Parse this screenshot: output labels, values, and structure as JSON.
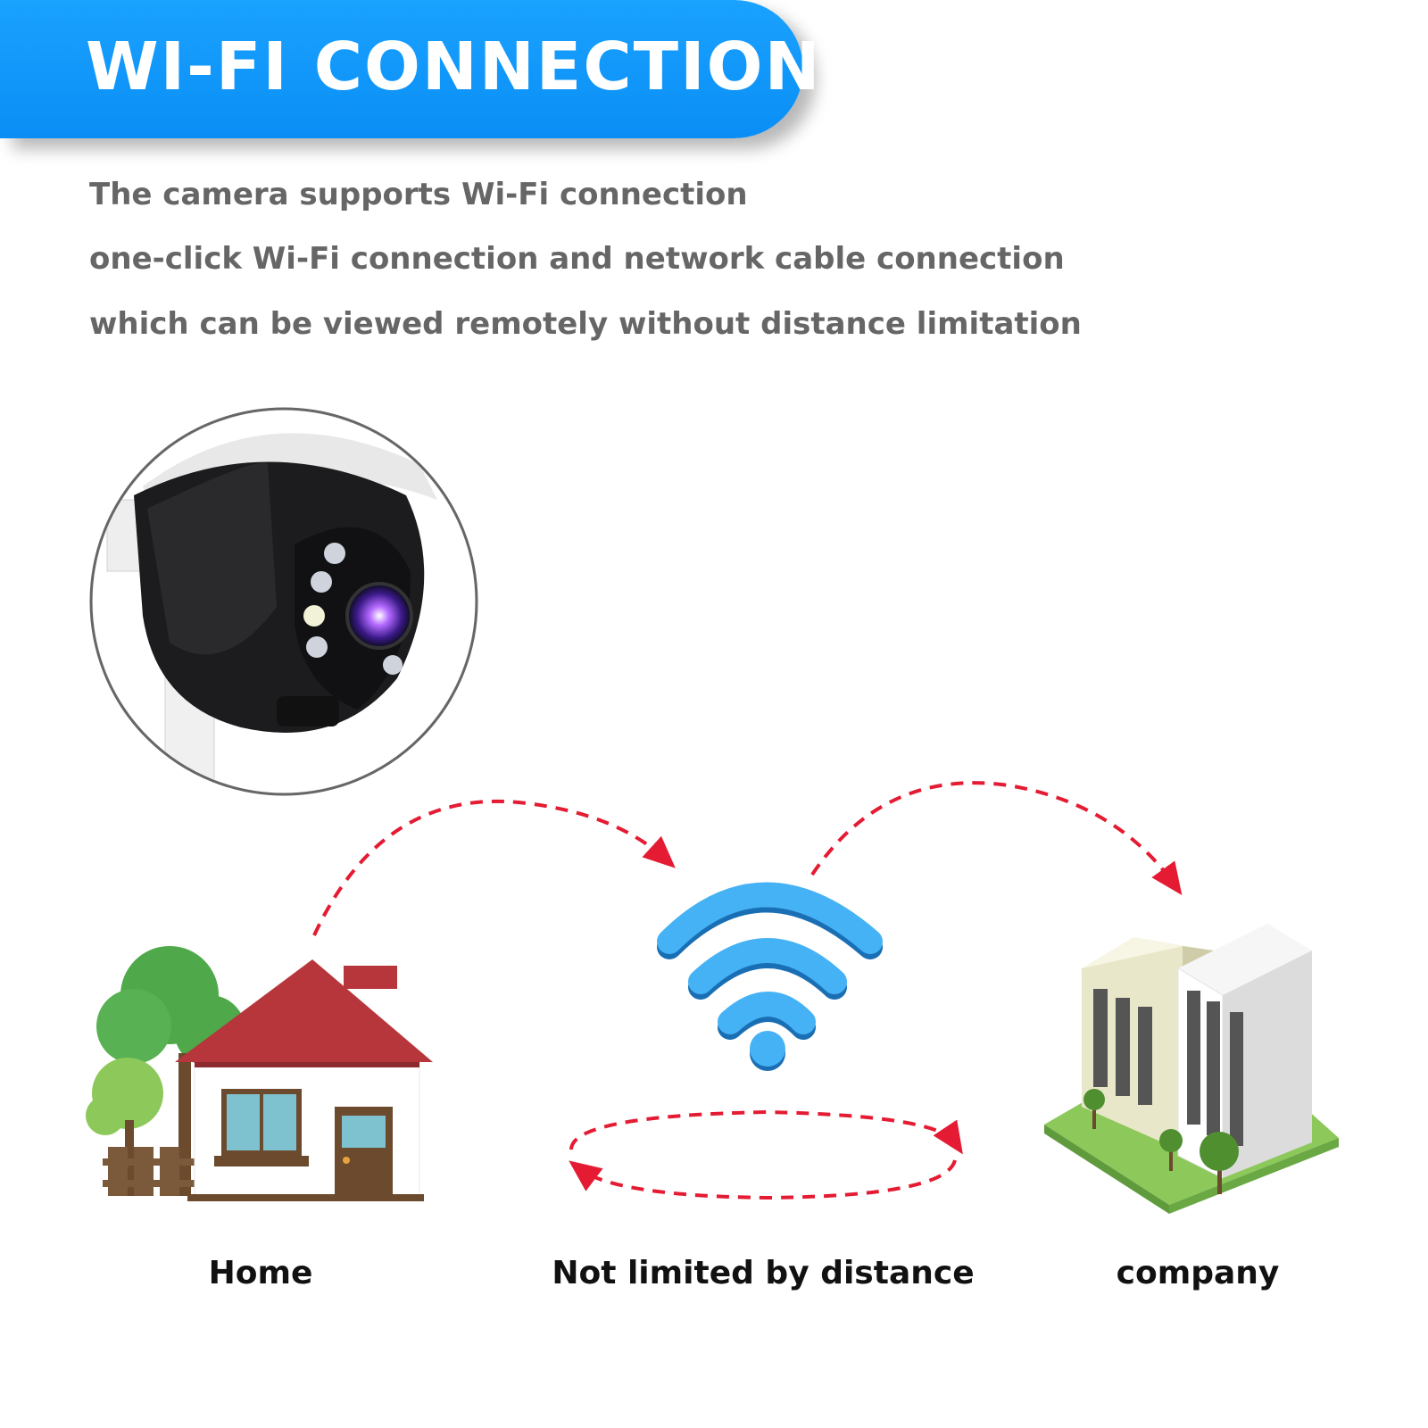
{
  "banner": {
    "title": "WI-FI CONNECTION"
  },
  "description": [
    "The camera supports Wi-Fi connection",
    "one-click Wi-Fi connection and network cable connection",
    "which can be viewed remotely without distance limitation"
  ],
  "labels": {
    "home": "Home",
    "distance": "Not limited by distance",
    "company": "company"
  },
  "colors": {
    "banner_blue": "#1aa2ff",
    "wifi_blue": "#45b2f5",
    "arrow_red": "#e41b32",
    "roof_red": "#b7363b",
    "grass_green": "#8cc85a",
    "text_gray": "#666666"
  },
  "icons": [
    "camera-photo",
    "house-icon",
    "wifi-icon",
    "office-building-icon",
    "dashed-arrows"
  ]
}
